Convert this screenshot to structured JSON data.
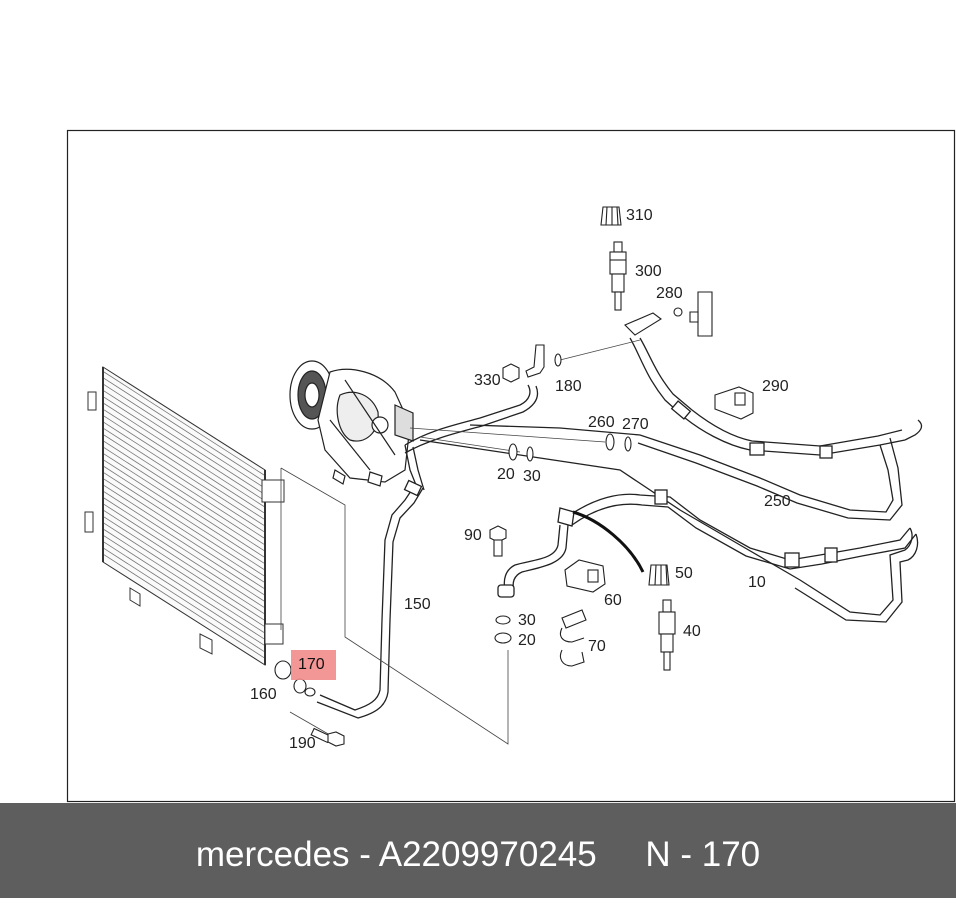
{
  "caption": {
    "brand": "mercedes",
    "part_number": "A2209970245",
    "position": "N - 170",
    "separator": " - "
  },
  "colors": {
    "highlight": "#f28b8b",
    "caption_bar": "#5e5e5e",
    "caption_text": "#ffffff",
    "line": "#222222"
  },
  "callouts": {
    "c310": "310",
    "c300": "300",
    "c280": "280",
    "c330": "330",
    "c180": "180",
    "c290": "290",
    "c260": "260",
    "c270": "270",
    "c20a": "20",
    "c30a": "30",
    "c250": "250",
    "c90": "90",
    "c150": "150",
    "c50": "50",
    "c10": "10",
    "c60": "60",
    "c30b": "30",
    "c20b": "20",
    "c70": "70",
    "c40": "40",
    "c170": "170",
    "c160": "160",
    "c190": "190"
  },
  "highlighted_callout": "170",
  "icons": [
    "condenser-icon",
    "compressor-icon",
    "pressure-switch-icon",
    "valve-cap-icon",
    "o-ring-icon",
    "bolt-icon",
    "clip-icon",
    "bracket-icon"
  ]
}
